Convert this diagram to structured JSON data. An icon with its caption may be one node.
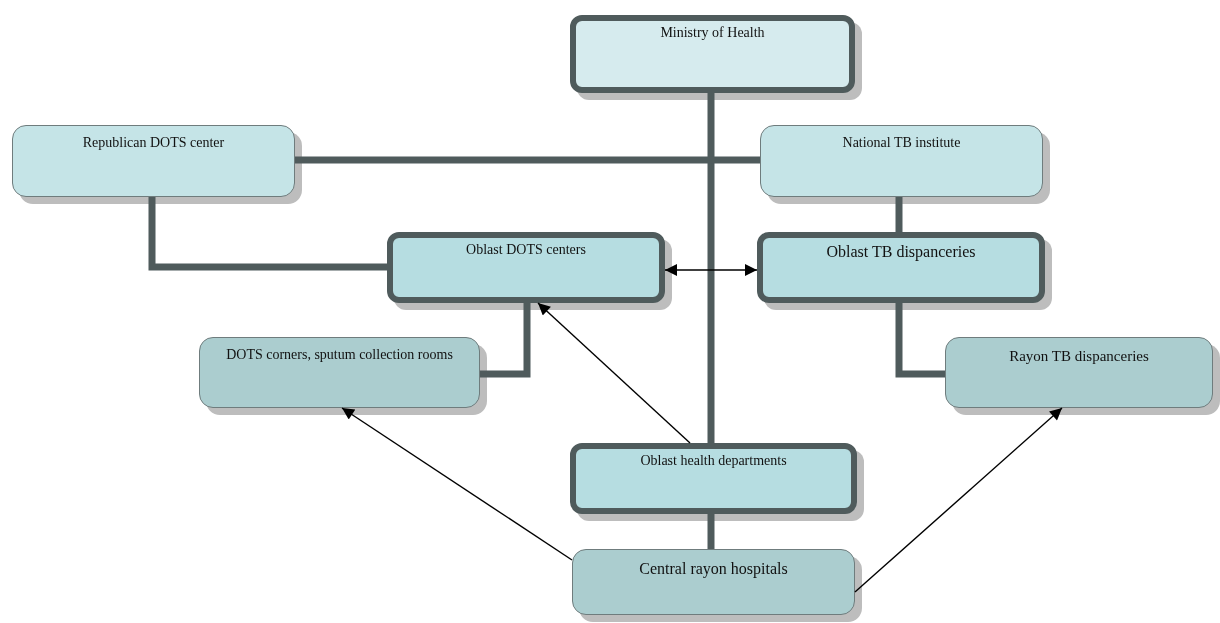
{
  "diagram": {
    "nodes": [
      {
        "text": [
          "Ministry of Health"
        ]
      },
      {
        "text": [
          "Republican DOTS center"
        ]
      },
      {
        "text": [
          "National TB institute"
        ]
      },
      {
        "text": [
          "Oblast DOTS centers"
        ]
      },
      {
        "text": [
          "Oblast TB dispanceries"
        ]
      },
      {
        "text": [
          "DOTS corners, sputum collection rooms"
        ]
      },
      {
        "text": [
          "Rayon TB dispanceries"
        ]
      },
      {
        "text": [
          "Oblast health departments"
        ]
      },
      {
        "text": [
          "Central rayon hospitals"
        ]
      }
    ],
    "edges": [
      {
        "from": 0,
        "to": 7,
        "arrow": "none"
      },
      {
        "from": 1,
        "to": 2,
        "arrow": "none"
      },
      {
        "from": 1,
        "to": 3,
        "arrow": "none"
      },
      {
        "from": 2,
        "to": 4,
        "arrow": "none"
      },
      {
        "from": 3,
        "to": 5,
        "arrow": "none"
      },
      {
        "from": 4,
        "to": 6,
        "arrow": "none"
      },
      {
        "from": 3,
        "to": 4,
        "arrow": "both",
        "color": "#000000"
      },
      {
        "from": 7,
        "to": 3,
        "arrow": "to",
        "color": "#000000"
      },
      {
        "from": 8,
        "to": 5,
        "arrow": "to",
        "color": "#000000"
      },
      {
        "from": 8,
        "to": 6,
        "arrow": "to",
        "color": "#000000"
      },
      {
        "from": 7,
        "to": 8,
        "arrow": "none"
      }
    ]
  }
}
